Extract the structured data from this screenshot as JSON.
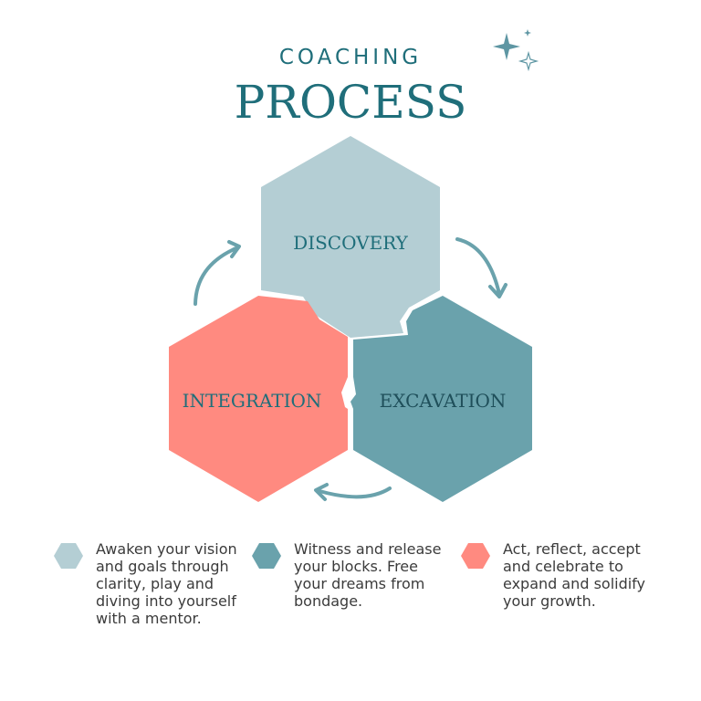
{
  "header": {
    "kicker": "COACHING",
    "title": "PROCESS"
  },
  "colors": {
    "teal_text": "#1f6e7a",
    "discovery": "#b4ced4",
    "excavation": "#6aa2ac",
    "integration": "#ff8a80",
    "arrow": "#6aa2ac",
    "sparkle": "#5e96a3"
  },
  "stages": {
    "discovery": {
      "label": "DISCOVERY"
    },
    "excavation": {
      "label": "EXCAVATION"
    },
    "integration": {
      "label": "INTEGRATION"
    }
  },
  "legend": [
    {
      "text": "Awaken your vision and goals through clarity, play and diving into yourself with a mentor."
    },
    {
      "text": "Witness and release your blocks. Free your dreams from bondage."
    },
    {
      "text": "Act, reflect, accept and celebrate to expand and solidify your growth."
    }
  ],
  "icons": [
    "sparkle-icon",
    "cycle-arrow-icon",
    "hexagon-icon"
  ]
}
